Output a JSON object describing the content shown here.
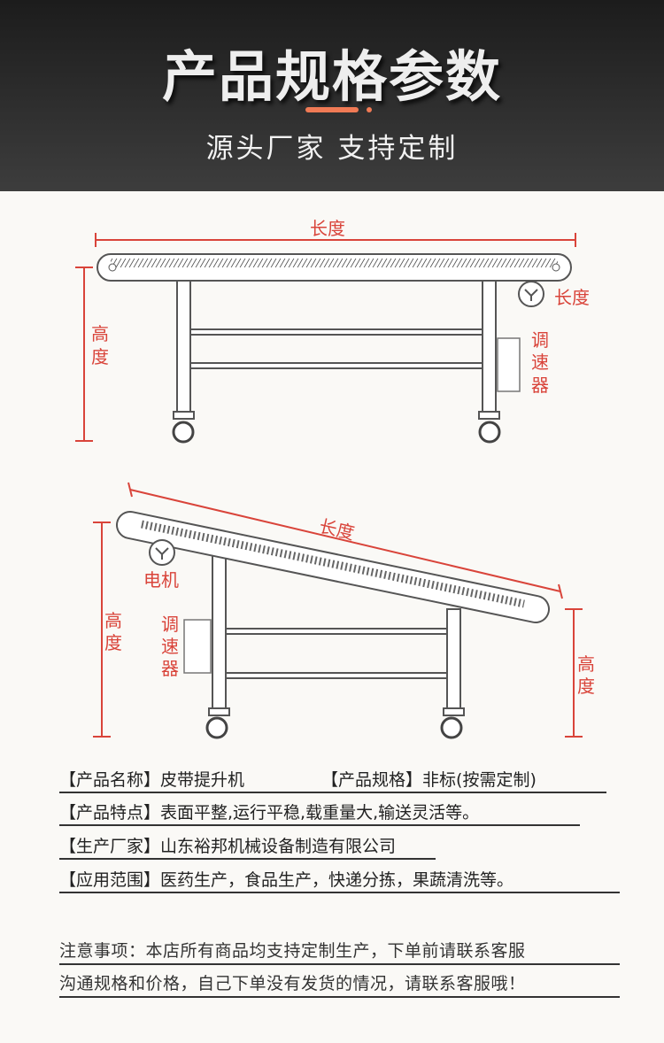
{
  "header": {
    "title": "产品规格参数",
    "subtitle": "源头厂家 支持定制"
  },
  "diagram1": {
    "length": "长度",
    "height_1": "高",
    "height_2": "度",
    "motor_label": "长度",
    "speed_1": "调",
    "speed_2": "速",
    "speed_3": "器"
  },
  "diagram2": {
    "length": "长度",
    "motor": "电机",
    "left_height_1": "高",
    "left_height_2": "度",
    "speed_1": "调",
    "speed_2": "速",
    "speed_3": "器",
    "right_height_1": "高",
    "right_height_2": "度"
  },
  "specs": {
    "name_label": "【产品名称】",
    "name_value": "皮带提升机",
    "spec_label": "【产品规格】",
    "spec_value": "非标(按需定制)",
    "feature_label": "【产品特点】",
    "feature_value": "表面平整,运行平稳,载重量大,输送灵活等。",
    "maker_label": "【生产厂家】",
    "maker_value": "山东裕邦机械设备制造有限公司",
    "usage_label": "【应用范围】",
    "usage_value": "医药生产，食品生产，快递分拣，果蔬清洗等。"
  },
  "notes": {
    "line1": "注意事项：本店所有商品均支持定制生产，下单前请联系客服",
    "line2": "沟通规格和价格，自己下单没有发货的情况，请联系客服哦！"
  }
}
